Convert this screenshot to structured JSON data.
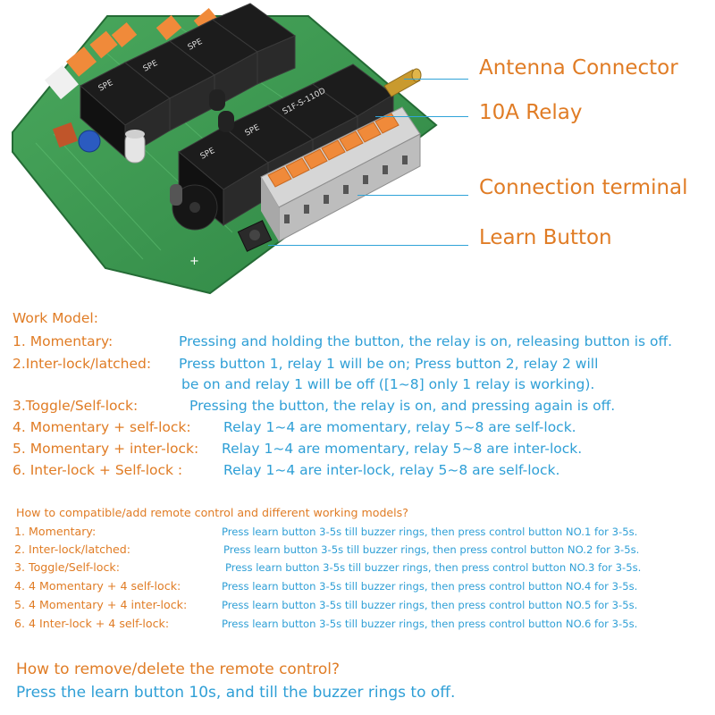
{
  "callouts": {
    "antenna": "Antenna Connector",
    "relay": "10A Relay",
    "terminal": "Connection terminal",
    "learn": "Learn Button"
  },
  "work_model": {
    "heading": "Work Model:",
    "rows": [
      {
        "label": "1. Momentary:",
        "text": "Pressing and holding the button, the relay is on, releasing button is off."
      },
      {
        "label": "2.Inter-lock/latched:",
        "text": "Press button 1, relay 1 will be on; Press button 2, relay 2 will",
        "text2": "be on and relay 1 will be off ([1~8] only 1 relay is working)."
      },
      {
        "label": "3.Toggle/Self-lock:",
        "text": "Pressing the button, the relay is on, and pressing again is off."
      },
      {
        "label": "4. Momentary + self-lock:",
        "text": "Relay 1~4 are momentary, relay 5~8 are self-lock."
      },
      {
        "label": "5. Momentary + inter-lock:",
        "text": "Relay 1~4 are momentary, relay 5~8 are inter-lock."
      },
      {
        "label": "6. Inter-lock + Self-lock :",
        "text": "Relay 1~4 are inter-lock,    relay 5~8 are self-lock."
      }
    ]
  },
  "compat": {
    "heading": "How to compatible/add remote control and different working models?",
    "rows": [
      {
        "label": "1. Momentary:",
        "text": "Press learn button 3-5s till buzzer rings, then press control button NO.1 for 3-5s."
      },
      {
        "label": "2. Inter-lock/latched:",
        "text": "Press learn button 3-5s till buzzer rings, then press control button NO.2 for 3-5s."
      },
      {
        "label": "3. Toggle/Self-lock:",
        "text": "Press learn button 3-5s till buzzer rings, then press control button NO.3 for 3-5s."
      },
      {
        "label": "4. 4 Momentary  + 4 self-lock:",
        "text": "Press learn button 3-5s till buzzer rings, then press control button NO.4 for 3-5s."
      },
      {
        "label": "5. 4 Momentary + 4 inter-lock:",
        "text": "Press learn button 3-5s till buzzer rings, then press control button NO.5 for 3-5s."
      },
      {
        "label": "6. 4  Inter-lock  +  4   self-lock:",
        "text": "Press learn button 3-5s till buzzer rings, then press control button NO.6 for 3-5s."
      }
    ]
  },
  "remove": {
    "heading": "How to remove/delete the remote control?",
    "text": "Press the learn button 10s, and till the buzzer rings to off."
  },
  "board": {
    "relay_brand": "SPE",
    "relay_model": "S1F-S-110D",
    "plus_sign": "+",
    "colors": {
      "pcb": "#3f9a52",
      "relay": "#1c1c1c",
      "terminal_body": "#c9c9c9",
      "terminal_lever": "#f08a3a",
      "antenna": "#c99a2e",
      "accent_line": "#2fa3d8",
      "label_orange": "#e07c25",
      "text_blue": "#2f9fd6"
    }
  }
}
